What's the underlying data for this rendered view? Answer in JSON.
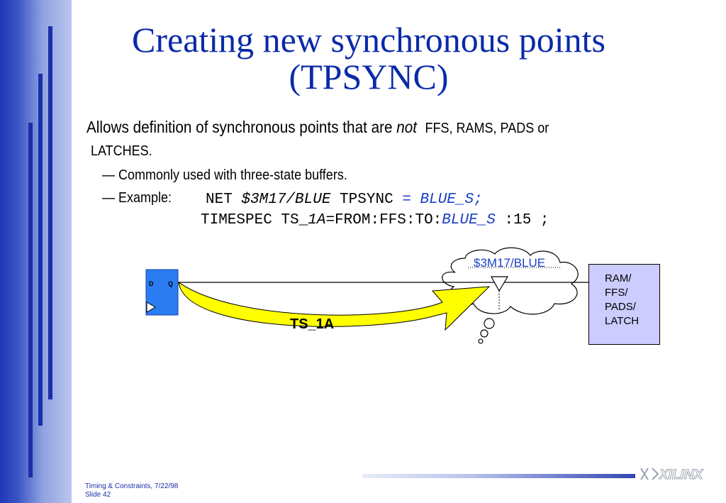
{
  "title": {
    "line1": "Creating new synchronous points",
    "line2": "(TPSYNC)"
  },
  "body": {
    "intro_part1": "Allows definition of synchronous points that are ",
    "intro_emphasis": "not",
    "intro_part2": "FFS, RAMS, PADS or",
    "intro_line2": "LATCHES.",
    "bullet1": "— Commonly used with three-state buffers.",
    "bullet2_label": "— Example:",
    "code_line1": {
      "kw1": "NET ",
      "net": "$3M17/BLUE",
      "kw2": " TPSYNC ",
      "assign": "= BLUE_S;"
    },
    "code_line2": {
      "kw1": "TIMESPEC TS_",
      "spec_id": "1A",
      "kw2": "=FROM:FFS:TO:",
      "group": "BLUE_S",
      "tail": " :15 ;"
    }
  },
  "diagram": {
    "flipflop_d": "D",
    "flipflop_q": "Q",
    "cloud_label": "$3M17/BLUE",
    "path_label": "TS_1A",
    "target_box_lines": [
      "RAM/",
      "FFS/",
      "PADS/",
      "LATCH"
    ]
  },
  "footer": {
    "line1": "Timing & Constraints, 7/22/98",
    "line2": "Slide 42",
    "logo": "XILINX"
  },
  "colors": {
    "title": "#0a2aa8",
    "code_accent": "#1a3fc4",
    "sidebar": "#1e37b4",
    "flipflop": "#2a7cf0",
    "arrow": "#ffff00",
    "target_box": "#ccccff"
  },
  "icons": {
    "flipflop": "d-flip-flop-icon",
    "buffer": "tristate-buffer-icon",
    "arrow": "curved-arrow-icon",
    "cloud": "thought-cloud-icon",
    "logo": "xilinx-logo-icon"
  }
}
